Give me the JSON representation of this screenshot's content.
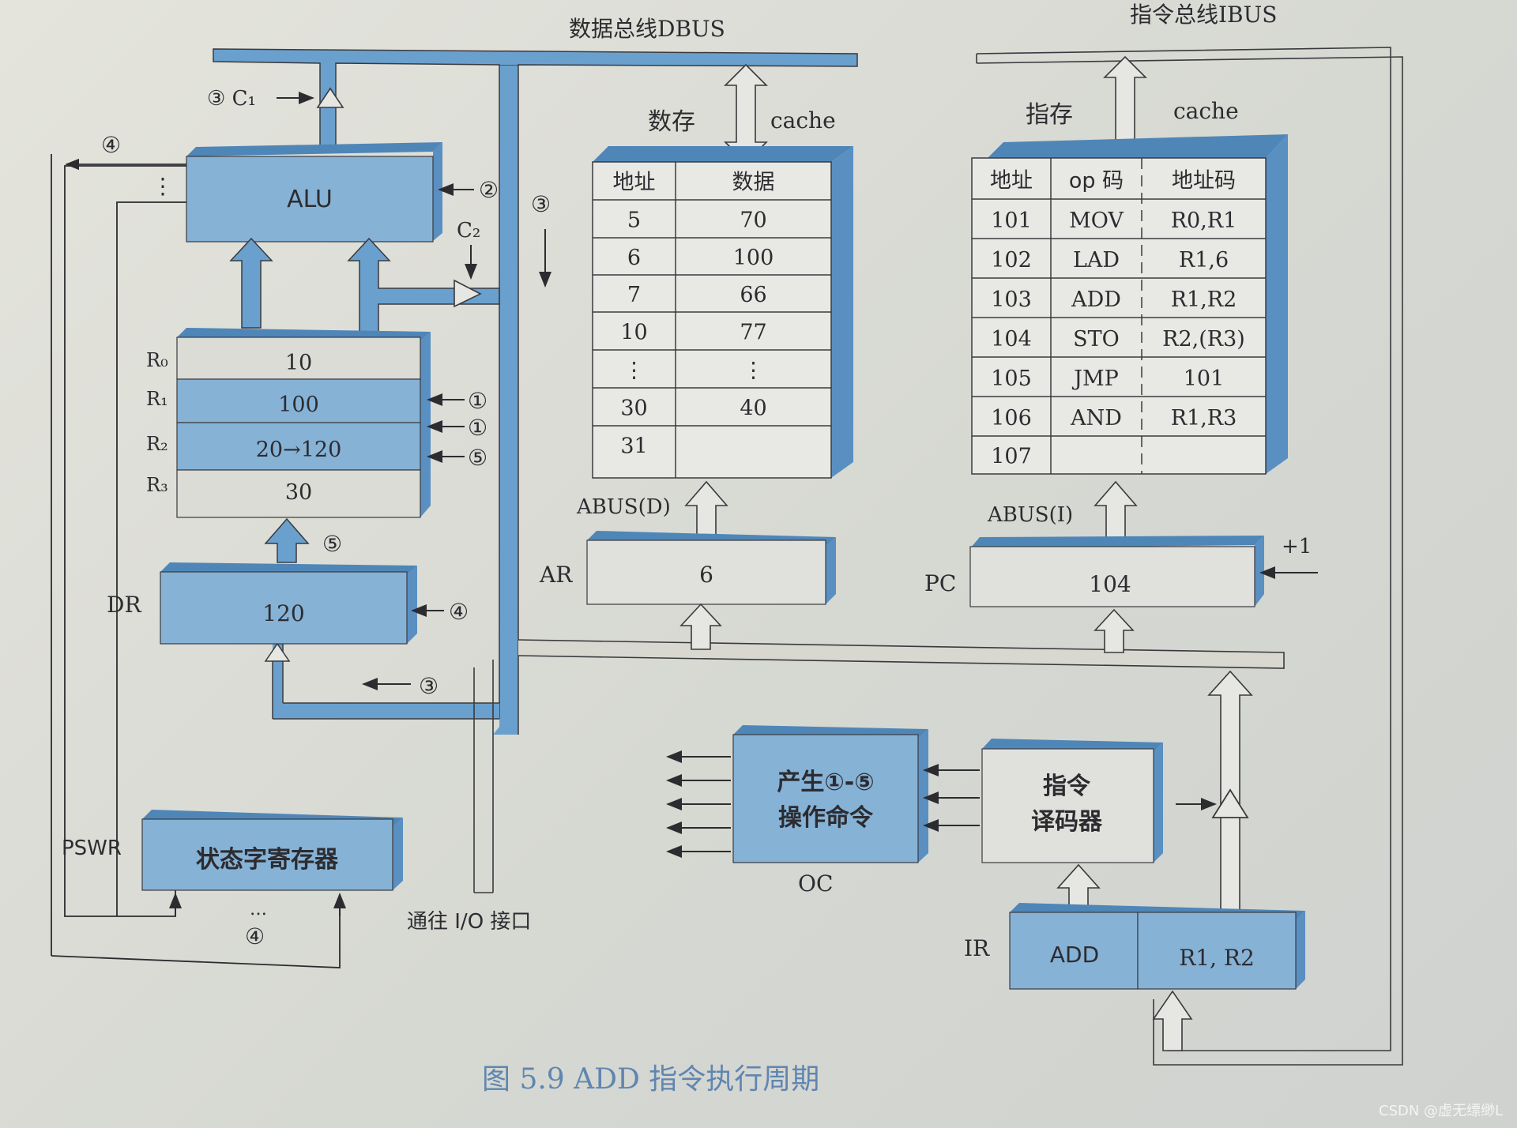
{
  "dbus_label": "数据总线DBUS",
  "ibus_label": "指令总线IBUS",
  "alu": {
    "label": "ALU",
    "dots": "⋮",
    "c1": "③ C₁",
    "c2": "C₂",
    "in_marker": "②"
  },
  "markers": {
    "m4_top": "④",
    "m3_bus": "③",
    "m3_dr": "③",
    "m5_up": "⑤",
    "m4_dr": "④",
    "m4_psw": "④"
  },
  "registers": [
    {
      "name": "R₀",
      "value": "10",
      "marker": ""
    },
    {
      "name": "R₁",
      "value": "100",
      "marker": "①"
    },
    {
      "name": "R₂",
      "value": "20→120",
      "marker": "⑤"
    },
    {
      "name": "R₃",
      "value": "30",
      "marker": ""
    }
  ],
  "reg_extra_marker": "①",
  "dr": {
    "name": "DR",
    "value": "120"
  },
  "psw": {
    "name": "PSWR",
    "label": "状态字寄存器",
    "dots": "…"
  },
  "io_label": "通往 I/O 接口",
  "data_cache": {
    "title_left": "数存",
    "title_right": "cache",
    "headers": [
      "地址",
      "数据"
    ],
    "rows": [
      [
        "5",
        "70"
      ],
      [
        "6",
        "100"
      ],
      [
        "7",
        "66"
      ],
      [
        "10",
        "77"
      ],
      [
        "⋮",
        "⋮"
      ],
      [
        "30",
        "40"
      ],
      [
        "31",
        ""
      ]
    ]
  },
  "abus_d": "ABUS(D)",
  "ar": {
    "name": "AR",
    "value": "6"
  },
  "instr_cache": {
    "title_left": "指存",
    "title_right": "cache",
    "headers": [
      "地址",
      "op 码",
      "地址码"
    ],
    "rows": [
      [
        "101",
        "MOV",
        "R0,R1"
      ],
      [
        "102",
        "LAD",
        "R1,6"
      ],
      [
        "103",
        "ADD",
        "R1,R2"
      ],
      [
        "104",
        "STO",
        "R2,(R3)"
      ],
      [
        "105",
        "JMP",
        "101"
      ],
      [
        "106",
        "AND",
        "R1,R3"
      ],
      [
        "107",
        "",
        ""
      ]
    ]
  },
  "abus_i": "ABUS(I)",
  "pc": {
    "name": "PC",
    "value": "104",
    "inc": "+1"
  },
  "oc": {
    "name": "OC",
    "line1": "产生①-⑤",
    "line2": "操作命令"
  },
  "decoder": {
    "line1": "指令",
    "line2": "译码器"
  },
  "ir": {
    "name": "IR",
    "op": "ADD",
    "operand": "R1, R2"
  },
  "caption": "图 5.9   ADD 指令执行周期",
  "watermark": "CSDN @虚无缥缈L",
  "colors": {
    "box_front": "#86b2d6",
    "box_top": "#4f86b8",
    "box_side": "#5a8fc2",
    "bus": "#6aa0cd",
    "line": "#2c2c30",
    "caption": "#5f86b0"
  }
}
